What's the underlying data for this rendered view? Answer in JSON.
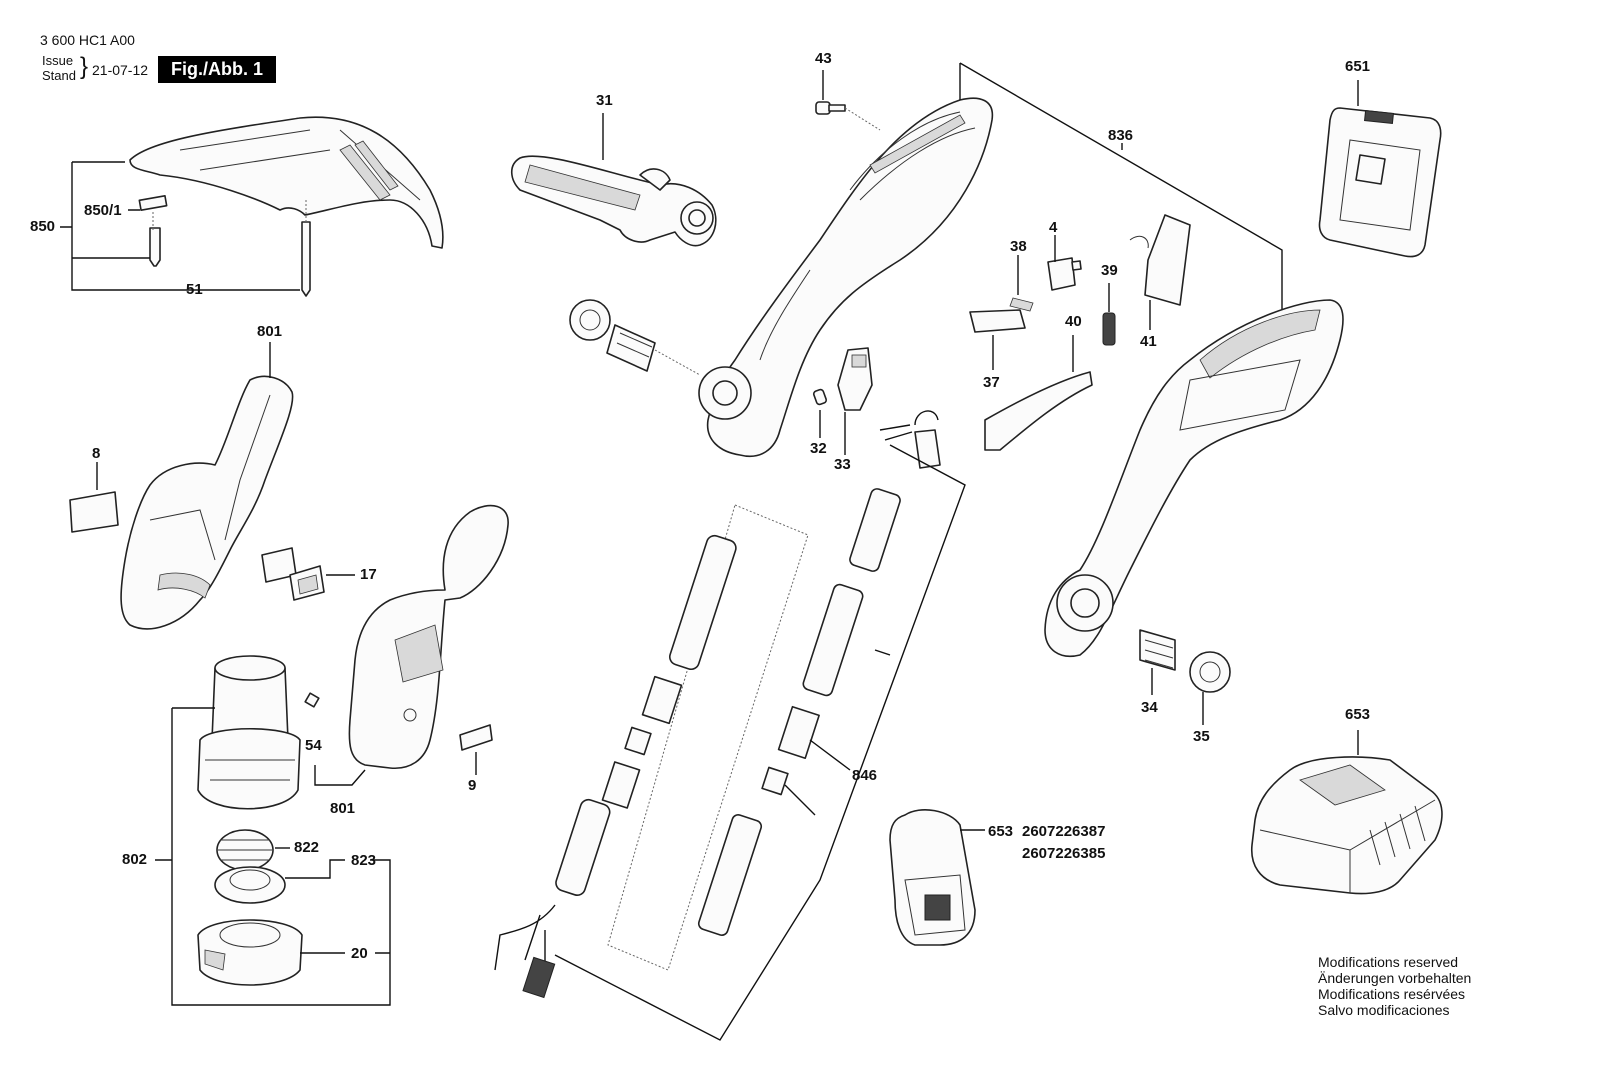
{
  "header": {
    "part_number": "3 600 HC1 A00",
    "issue_label": "Issue",
    "stand_label": "Stand",
    "date": "21-07-12",
    "figure": "Fig./Abb. 1"
  },
  "labels": {
    "l850": "850",
    "l850_1": "850/1",
    "l51": "51",
    "l31": "31",
    "l43": "43",
    "l836": "836",
    "l651": "651",
    "l801a": "801",
    "l8": "8",
    "l17": "17",
    "l4": "4",
    "l38": "38",
    "l39": "39",
    "l41": "41",
    "l40": "40",
    "l37": "37",
    "l32": "32",
    "l33": "33",
    "l54": "54",
    "l9": "9",
    "l801b": "801",
    "l802": "802",
    "l822": "822",
    "l823": "823",
    "l20": "20",
    "l34": "34",
    "l35": "35",
    "l653a": "653",
    "l653b": "653",
    "l846": "846",
    "code1": "2607226387",
    "code2": "2607226385"
  },
  "notes": [
    "Modifications reserved",
    "Änderungen vorbehalten",
    "Modifications resérvées",
    "Salvo modificaciones"
  ]
}
